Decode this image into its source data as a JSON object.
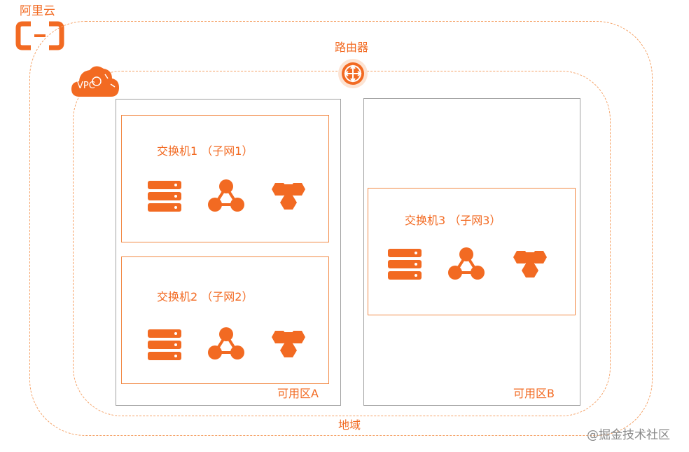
{
  "brand": {
    "name": "阿里云",
    "logo_icon": "aliyun-logo-icon"
  },
  "router": {
    "label": "路由器",
    "icon": "router-icon"
  },
  "vpc": {
    "label": "VPC",
    "icon": "cloud-icon"
  },
  "region": {
    "label": "地域"
  },
  "zones": [
    {
      "label": "可用区A"
    },
    {
      "label": "可用区B"
    }
  ],
  "switches": [
    {
      "label": "交换机1 （子网1）"
    },
    {
      "label": "交换机2 （子网2）"
    },
    {
      "label": "交换机3 （子网3）"
    }
  ],
  "resource_icons": [
    "server-stack-icon",
    "network-triangle-icon",
    "hexagon-cluster-icon"
  ],
  "watermark": "@掘金技术社区",
  "colors": {
    "accent": "#f26a22",
    "dash": "#f5a165",
    "zone_border": "#a0a0a0"
  }
}
